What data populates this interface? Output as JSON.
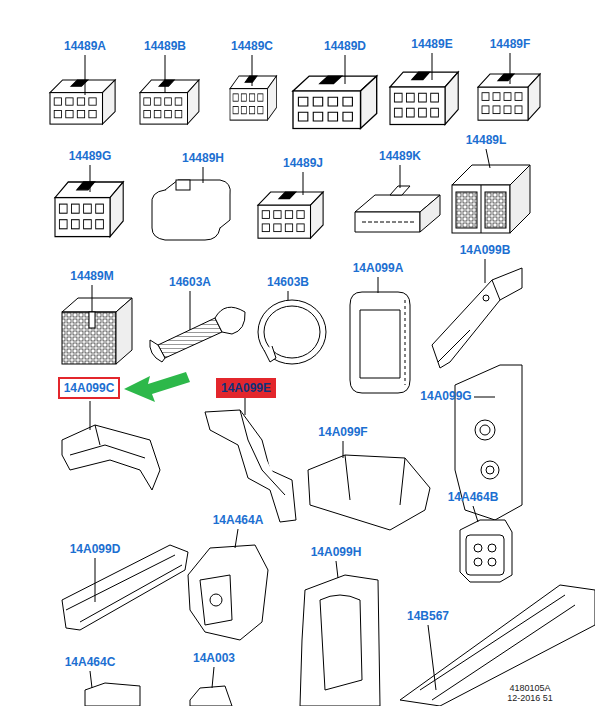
{
  "diagram": {
    "nodes": [
      {
        "text": [
          "14A099C"
        ]
      },
      {
        "text": [
          "14A099E"
        ]
      }
    ],
    "labels": [
      "14489A",
      "14489B",
      "14489C",
      "14489D",
      "14489E",
      "14489F",
      "14489G",
      "14489H",
      "14489J",
      "14489K",
      "14489L",
      "14489M",
      "14603A",
      "14603B",
      "14A099A",
      "14A099B",
      "14A099G",
      "14A099F",
      "14A464B",
      "14A464A",
      "14A099D",
      "14A099H",
      "14B567",
      "14A464C",
      "14A003",
      "4180105A",
      "12-2016 51"
    ]
  }
}
